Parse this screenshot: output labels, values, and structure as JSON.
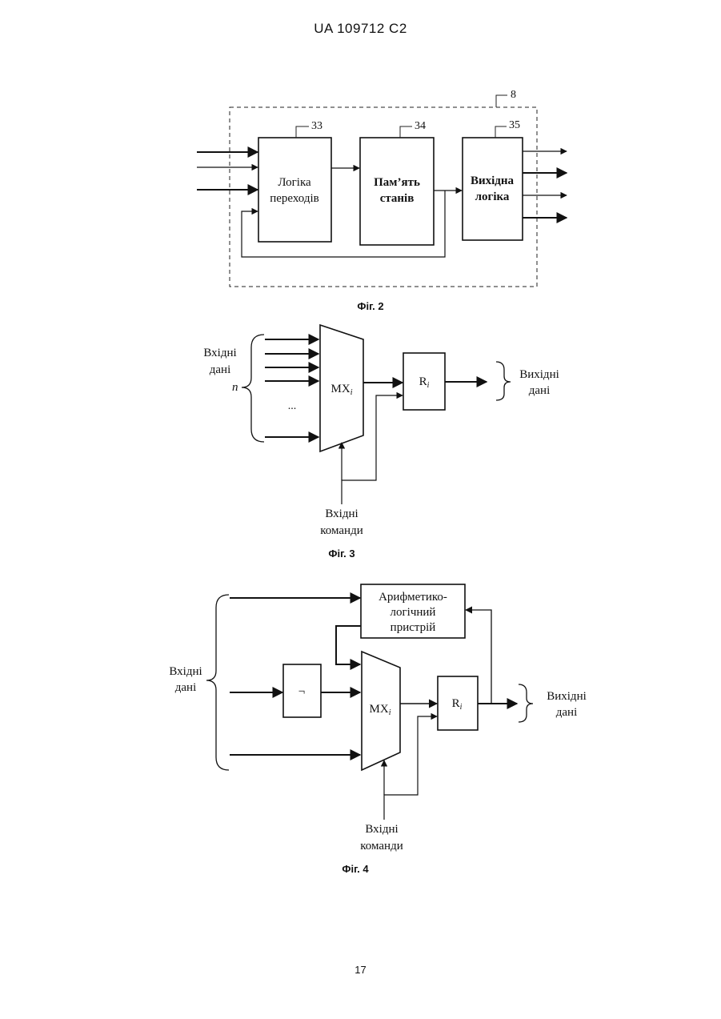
{
  "header": "UA   109712   C2",
  "page_number": "17",
  "fig2": {
    "caption": "Фіг. 2",
    "label_outer": "8",
    "block33": {
      "num": "33",
      "line1": "Логіка",
      "line2": "переходів"
    },
    "block34": {
      "num": "34",
      "line1": "Пам’ять",
      "line2": "станів"
    },
    "block35": {
      "num": "35",
      "line1": "Вихідна",
      "line2": "логіка"
    }
  },
  "fig3": {
    "caption": "Фіг. 3",
    "in_line1": "Вхідні",
    "in_line2": "дані",
    "n": "n",
    "dots": "...",
    "mux": "MX",
    "mux_sub": "i",
    "reg": "R",
    "reg_sub": "i",
    "out_line1": "Вихідні",
    "out_line2": "дані",
    "cmd_line1": "Вхідні",
    "cmd_line2": "команди"
  },
  "fig4": {
    "caption": "Фіг. 4",
    "alu_line1": "Арифметико-",
    "alu_line2": "логічний",
    "alu_line3": "пристрій",
    "in_line1": "Вхідні",
    "in_line2": "дані",
    "not_sym": "¬",
    "mux": "MX",
    "mux_sub": "i",
    "reg": "R",
    "reg_sub": "i",
    "out_line1": "Вихідні",
    "out_line2": "дані",
    "cmd_line1": "Вхідні",
    "cmd_line2": "команди"
  }
}
